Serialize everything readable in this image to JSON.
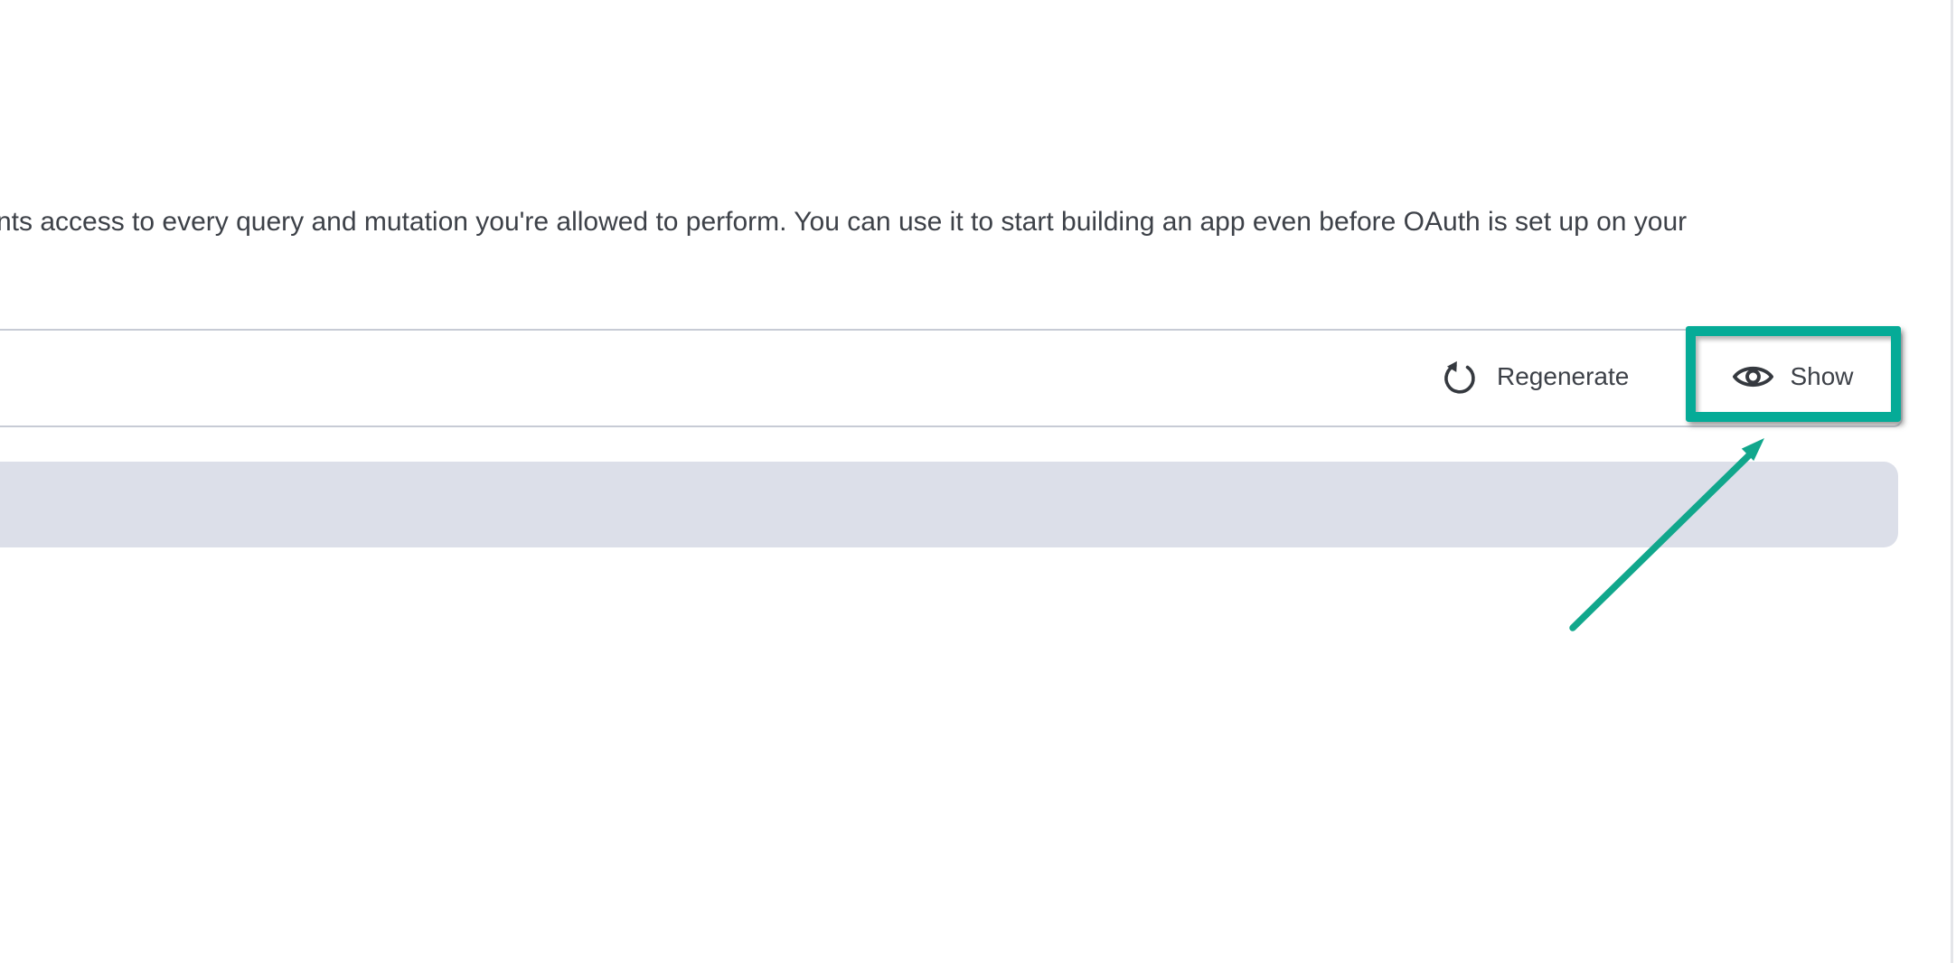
{
  "description": {
    "text": "nts access to every query and mutation you're allowed to perform. You can use it to start building an app even before OAuth is set up on your"
  },
  "token_row": {
    "regenerate_button": {
      "label": "Regenerate",
      "icon": "rotate-left-icon"
    },
    "show_button": {
      "label": "Show",
      "icon": "eye-icon"
    }
  },
  "token_field": {
    "value": "",
    "state": "hidden"
  },
  "annotation": {
    "highlight": "#05ab97",
    "arrow": "#11a78c"
  },
  "colors": {
    "text": "#3d4148",
    "icon": "#35393f",
    "divider": "#c7cbd5",
    "token-bar": "#dcdfe9"
  }
}
